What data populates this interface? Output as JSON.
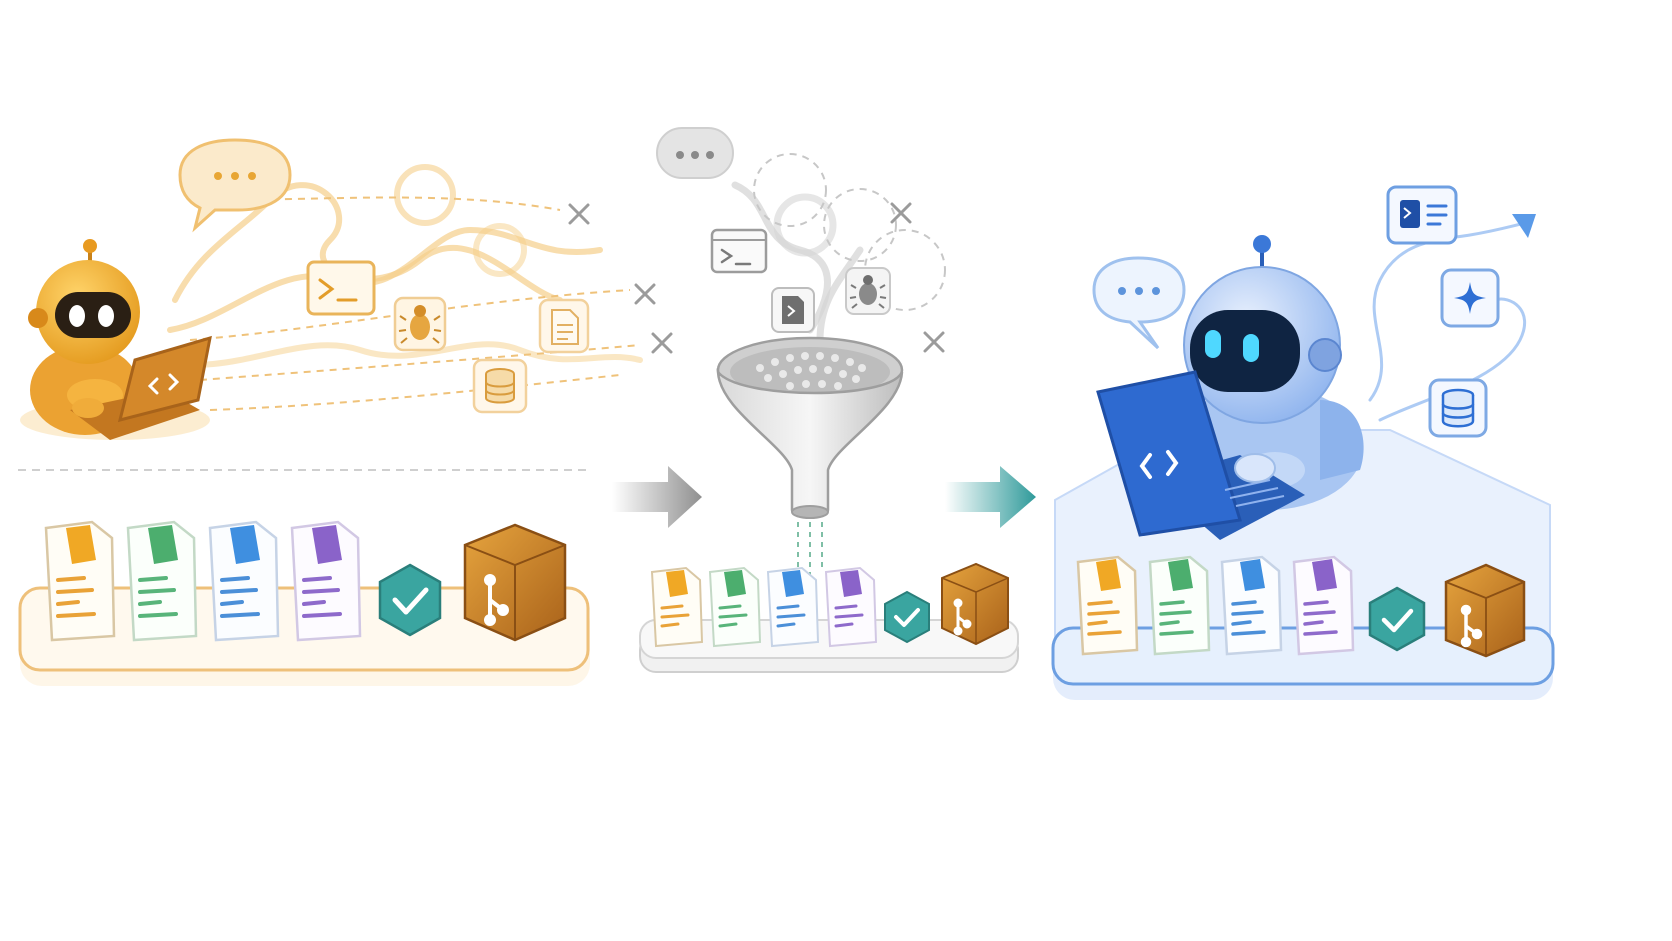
{
  "colors": {
    "amber": "#e8a634",
    "amber_light": "#f7d79a",
    "amber_dark": "#b8731c",
    "grey": "#a8a8a8",
    "grey_light": "#d8d8d8",
    "teal": "#2f9a9a",
    "blue": "#3b78d8",
    "blue_light": "#cfe0fb",
    "blue_dark": "#1f4fa6",
    "doc_yellow": "#f0a825",
    "doc_green": "#4cae6e",
    "doc_blue": "#3f8fe0",
    "doc_purple": "#8a63c9",
    "badge_teal": "#3aa5a0",
    "cube_brown": "#c27a22"
  },
  "panels": {
    "raw": {
      "icons": [
        "chat-bubble-icon",
        "terminal-icon",
        "bug-icon",
        "document-icon",
        "database-icon",
        "x-icon",
        "x-icon",
        "x-icon"
      ],
      "tray_items": [
        "doc-yellow",
        "doc-green",
        "doc-blue",
        "doc-purple",
        "check-badge",
        "git-cube"
      ]
    },
    "filter": {
      "icons": [
        "chat-bubble-icon",
        "terminal-icon",
        "file-code-icon",
        "bug-icon",
        "x-icon",
        "x-icon"
      ],
      "tray_items": [
        "doc-yellow",
        "doc-green",
        "doc-blue",
        "doc-purple",
        "check-badge",
        "git-cube"
      ]
    },
    "refined": {
      "icons": [
        "chat-bubble-icon",
        "terminal-list-icon",
        "sparkle-icon",
        "database-icon"
      ],
      "tray_items": [
        "doc-yellow",
        "doc-green",
        "doc-blue",
        "doc-purple",
        "check-badge",
        "git-cube"
      ]
    }
  }
}
